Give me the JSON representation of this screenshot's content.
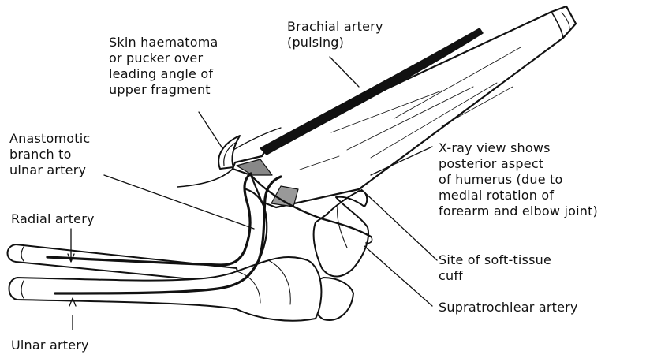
{
  "labels": {
    "skin_haematoma": [
      "Skin haematoma",
      "or pucker over",
      "leading angle of",
      "upper fragment"
    ],
    "brachial_artery": [
      "Brachial artery",
      "(pulsing)"
    ],
    "anastomotic_branch": [
      "Anastomotic",
      "branch to",
      "ulnar artery"
    ],
    "xray_view": [
      "X-ray view shows",
      "posterior aspect",
      "of humerus (due to",
      "medial rotation of",
      "forearm and elbow joint)"
    ],
    "radial_artery": [
      "Radial artery"
    ],
    "soft_tissue_cuff": [
      "Site of soft-tissue",
      "cuff"
    ],
    "supratrochlear_artery": [
      "Supratrochlear artery"
    ],
    "ulnar_artery": [
      "Ulnar artery"
    ]
  }
}
